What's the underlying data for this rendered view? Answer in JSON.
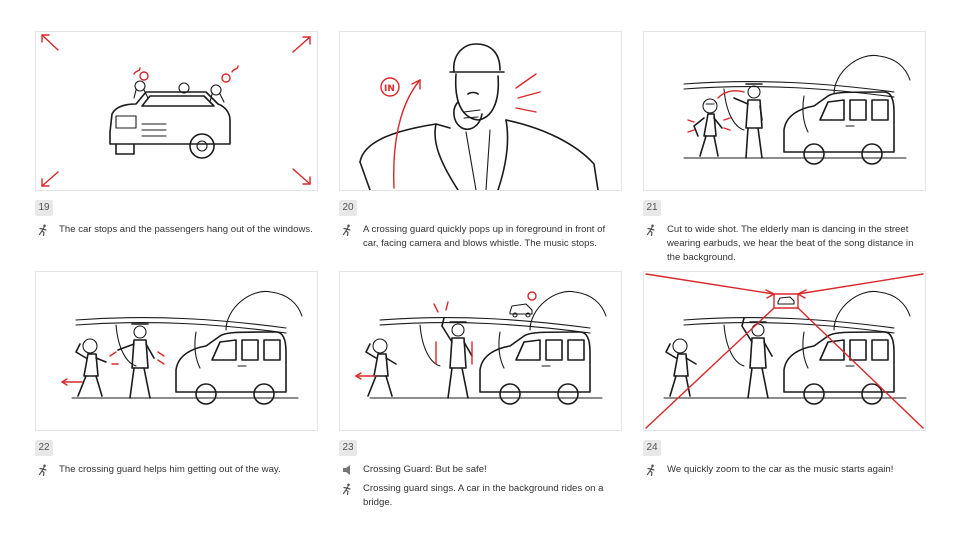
{
  "accent_color": "#d8282a",
  "panels": [
    {
      "number": "19",
      "notes": [
        {
          "icon": "action-icon",
          "text": "The car stops and the passengers hang out of the windows."
        }
      ]
    },
    {
      "number": "20",
      "notes": [
        {
          "icon": "action-icon",
          "text": "A crossing guard quickly pops up in foreground in front of car, facing camera and blows whistle. The music stops."
        }
      ]
    },
    {
      "number": "21",
      "notes": [
        {
          "icon": "action-icon",
          "text": "Cut to wide shot. The elderly man is dancing in the street wearing earbuds, we hear the beat of the song distance in the background."
        }
      ]
    },
    {
      "number": "22",
      "notes": [
        {
          "icon": "action-icon",
          "text": "The crossing guard helps him getting out of the way."
        }
      ]
    },
    {
      "number": "23",
      "notes": [
        {
          "icon": "speaker-icon",
          "text": "Crossing Guard: But be safe!"
        },
        {
          "icon": "action-icon",
          "text": "Crossing guard sings. A car in the background rides on a bridge."
        }
      ]
    },
    {
      "number": "24",
      "notes": [
        {
          "icon": "action-icon",
          "text": "We quickly zoom to the car as the music starts again!"
        }
      ]
    }
  ],
  "sketch_labels": {
    "in_marker": "IN"
  }
}
